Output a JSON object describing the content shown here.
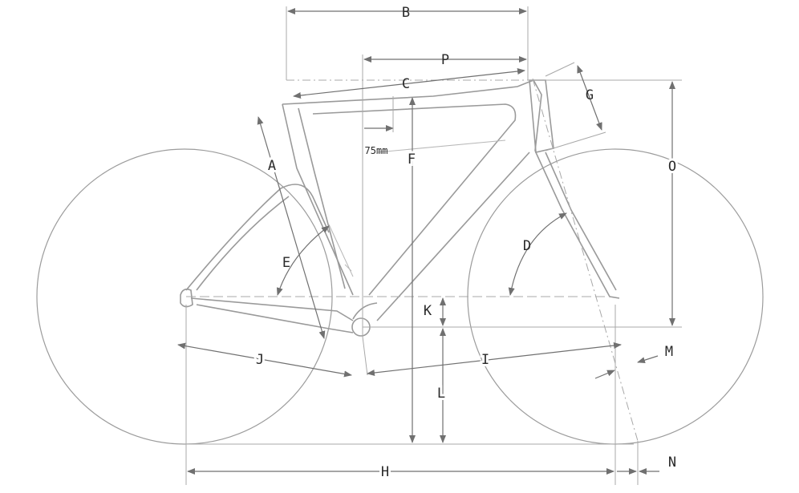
{
  "diagram": {
    "labels": {
      "A": "A",
      "B": "B",
      "C": "C",
      "D": "D",
      "E": "E",
      "F": "F",
      "G": "G",
      "H": "H",
      "I": "I",
      "J": "J",
      "K": "K",
      "L": "L",
      "M": "M",
      "N": "N",
      "O": "O",
      "P": "P"
    },
    "annotation_75": "75mm"
  },
  "colors": {
    "line": "#707070",
    "frame": "#9a9a9a",
    "text": "#2a2a2a"
  }
}
